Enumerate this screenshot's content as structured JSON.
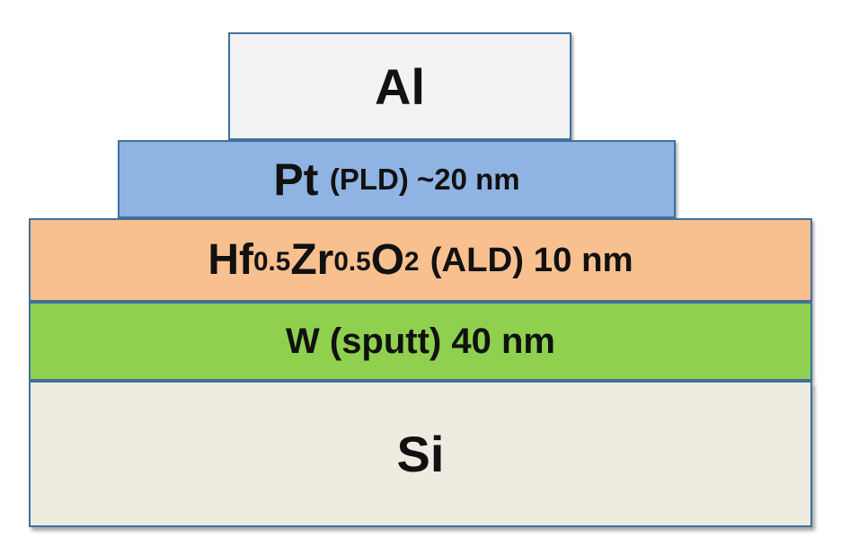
{
  "layers": {
    "al": {
      "label": "Al",
      "color": "#f2f2f2"
    },
    "pt": {
      "material": "Pt",
      "method": "(PLD) ~20 nm",
      "color": "#8fb4e3"
    },
    "hzo": {
      "el1": "Hf",
      "sub1": "0.5",
      "el2": "Zr",
      "sub2": "0.5",
      "el3": "O",
      "sub3": "2",
      "method": "(ALD) 10 nm",
      "color": "#f9c08f"
    },
    "w": {
      "label": "W (sputt) 40 nm",
      "color": "#8fd14f"
    },
    "si": {
      "label": "Si",
      "color": "#eeece1"
    }
  }
}
